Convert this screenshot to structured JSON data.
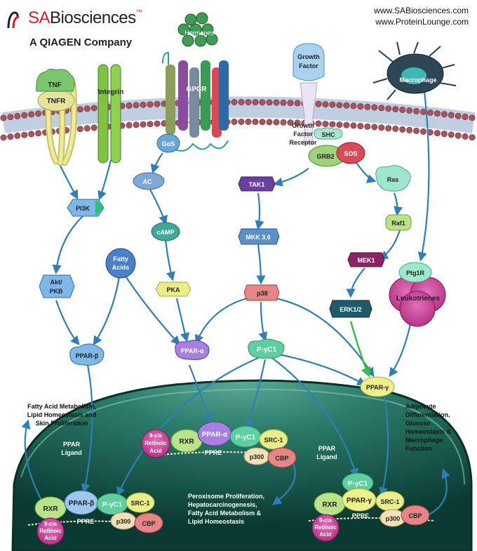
{
  "header": {
    "brand_prefix": "SA",
    "brand_main": "Biosciences",
    "brand_tm": "™",
    "company": "A QIAGEN Company",
    "url1": "www.SABiosciences.com",
    "url2": "www.ProteinLounge.com"
  },
  "receptors": {
    "tnf": "TNF",
    "tnfr": "TNFR",
    "integrin": "Integrin",
    "hormones": "Hormones",
    "gpcr": "GPCR",
    "gas": "GαS",
    "growth_factor_1": "Growth",
    "growth_factor_2": "Factor",
    "gfr_1": "Growth",
    "gfr_2": "Factor",
    "gfr_3": "Receptor",
    "macrophage": "Macrophage"
  },
  "cytoplasm": {
    "shc": "SHC",
    "grb2": "GRB2",
    "sos": "SOS",
    "ras": "Ras",
    "raf1": "Raf1",
    "mek1": "MEK1",
    "erk": "ERK1/2",
    "ptg1r": "Ptg1R",
    "leukotrienes": "Leukotrienes",
    "tak1": "TAK1",
    "mkk": "MKK 3,6",
    "p38": "p38",
    "pgc1_top": "P-γC1",
    "ac": "AC",
    "camp": "cAMP",
    "pka": "PKA",
    "ppar_alpha": "PPAR-α",
    "pi3k": "PI3K",
    "akt_1": "Akt/",
    "akt_2": "PKB",
    "fatty_1": "Fatty",
    "fatty_2": "Acids",
    "ppar_beta": "PPAR-β",
    "ppar_gamma": "PPAR-γ"
  },
  "nucleus": {
    "left": {
      "note_1": "Fatty Acid Metabolism,",
      "note_2": "Lipid Homeostasis and",
      "note_3": "Skin Proliferation",
      "ligand_1": "PPAR",
      "ligand_2": "Ligand",
      "rxr": "RXR",
      "ppar": "PPAR-β",
      "pgc": "P-γC1",
      "src": "SRC-1",
      "p300": "p300",
      "cbp": "CBP",
      "ppre": "PPRE",
      "ra_1": "9-cis",
      "ra_2": "Retinoic",
      "ra_3": "Acid"
    },
    "middle": {
      "ra_1": "9-cis",
      "ra_2": "Retinoic",
      "ra_3": "Acid",
      "rxr": "RXR",
      "ppar": "PPAR-α",
      "pgc": "P-γC1",
      "src": "SRC-1",
      "p300": "p300",
      "cbp": "CBP",
      "ppre": "PPRE",
      "note_1": "Peroxisome Proliferation,",
      "note_2": "Hepatocarcinogenesis,",
      "note_3": "Fatty Acid Metabolism &",
      "note_4": "Lipid Homeostasis"
    },
    "right": {
      "ligand_1": "PPAR",
      "ligand_2": "Ligand",
      "pgc": "P-γC1",
      "rxr": "RXR",
      "ppar": "PPAR-γ",
      "src": "SRC-1",
      "p300": "p300",
      "cbp": "CBP",
      "ppre": "PPRE",
      "ra_1": "9-cis",
      "ra_2": "Retinoic",
      "ra_3": "Acid",
      "note_1": "Adipocyte",
      "note_2": "Differentiation,",
      "note_3": "Glucose",
      "note_4": "Homeostasis &",
      "note_5": "Macrophage",
      "note_6": "Function"
    }
  },
  "colors": {
    "membrane_head": "#a8545e",
    "membrane_tail": "#8aa7c8",
    "arrow": "#2f7fb5",
    "nucleus_dark": "#0d3b34",
    "nucleus_light": "#3b8f7d",
    "erk_arrow": "#2fbf4a"
  }
}
